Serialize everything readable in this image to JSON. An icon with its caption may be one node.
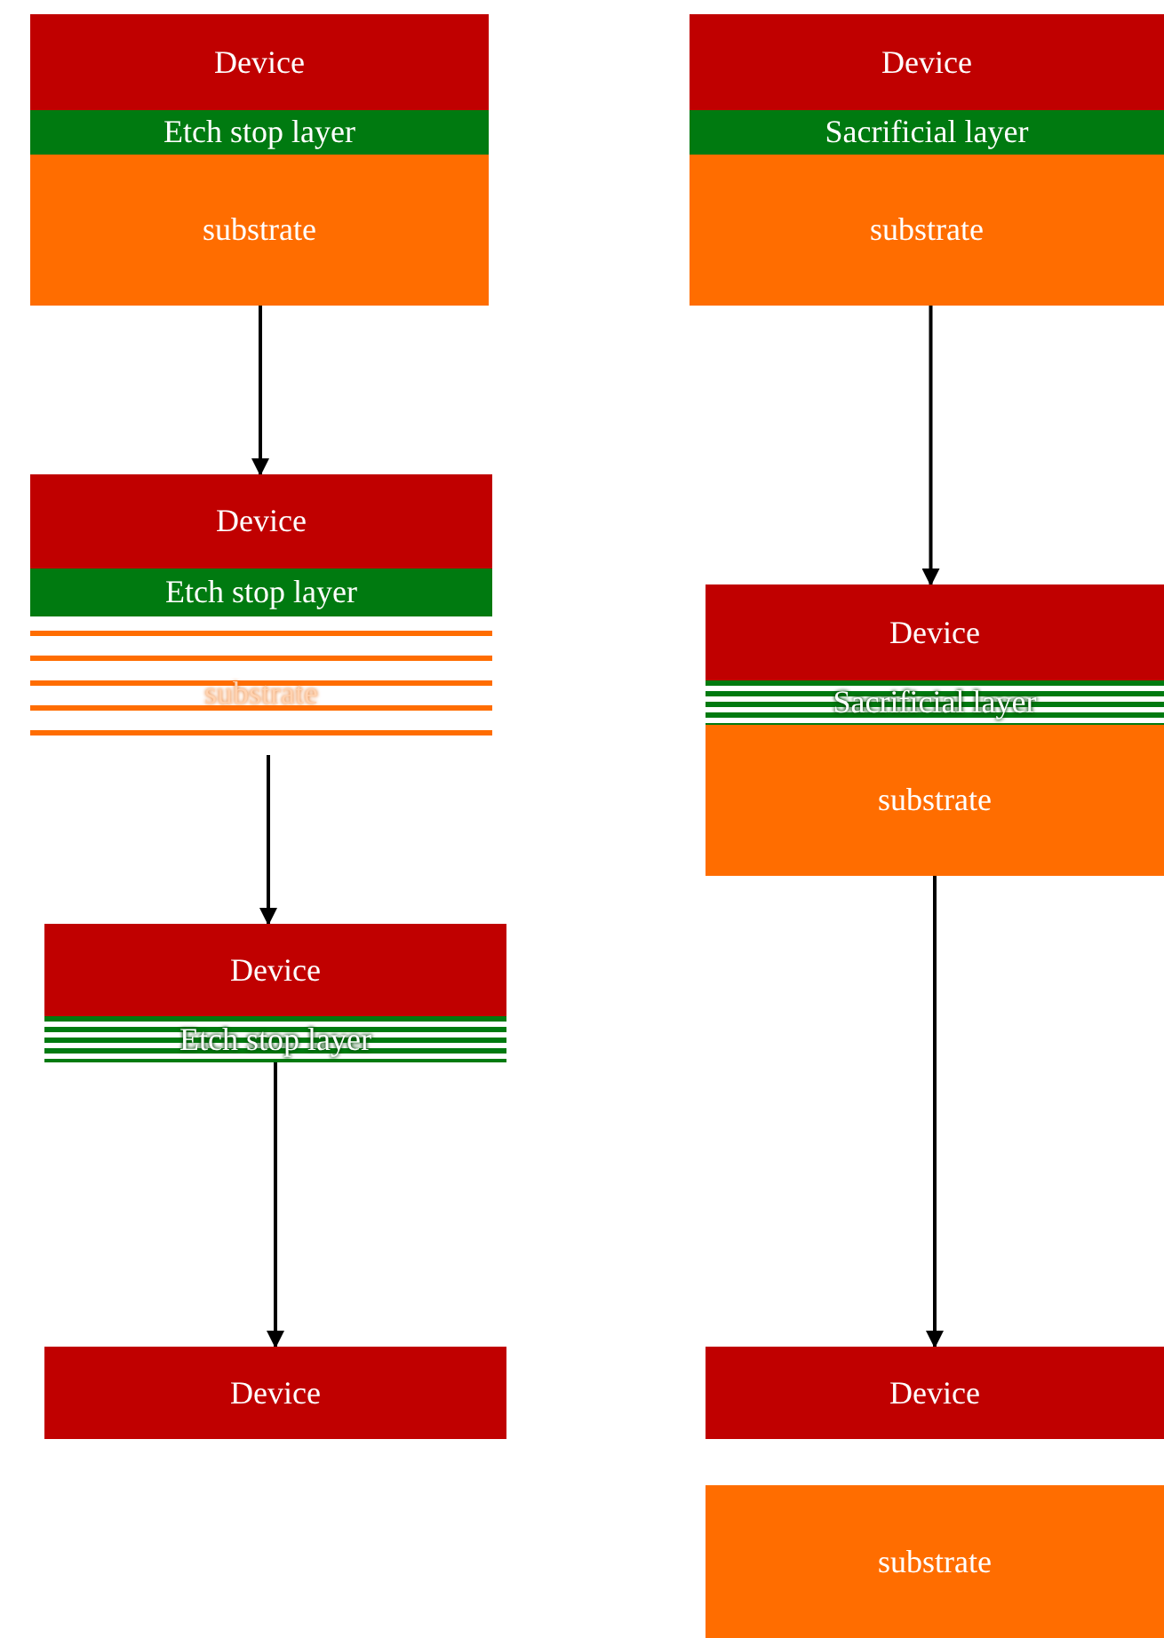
{
  "diagram": {
    "nodes": [
      {
        "text": [
          "Device"
        ]
      },
      {
        "text": [
          "Etch stop layer"
        ]
      },
      {
        "text": [
          "substrate"
        ]
      },
      {
        "text": [
          "Device"
        ]
      },
      {
        "text": [
          "Sacrificial layer"
        ]
      },
      {
        "text": [
          "substrate"
        ]
      },
      {
        "text": [
          "Device"
        ]
      },
      {
        "text": [
          "Etch stop layer"
        ]
      },
      {
        "text": [
          "substrate"
        ]
      },
      {
        "text": [
          "Device"
        ]
      },
      {
        "text": [
          "Sacrificial layer"
        ]
      },
      {
        "text": [
          "substrate"
        ]
      },
      {
        "text": [
          "Device"
        ]
      },
      {
        "text": [
          "Etch stop layer"
        ]
      },
      {
        "text": [
          "Device"
        ]
      },
      {
        "text": [
          "Device"
        ]
      },
      {
        "text": [
          "substrate"
        ]
      }
    ],
    "edges": [
      {
        "from": 2,
        "to": 6,
        "arrow": "to"
      },
      {
        "from": 8,
        "to": 12,
        "arrow": "to"
      },
      {
        "from": 13,
        "to": 14,
        "arrow": "to"
      },
      {
        "from": 5,
        "to": 9,
        "arrow": "to"
      },
      {
        "from": 11,
        "to": 15,
        "arrow": "to"
      }
    ]
  }
}
